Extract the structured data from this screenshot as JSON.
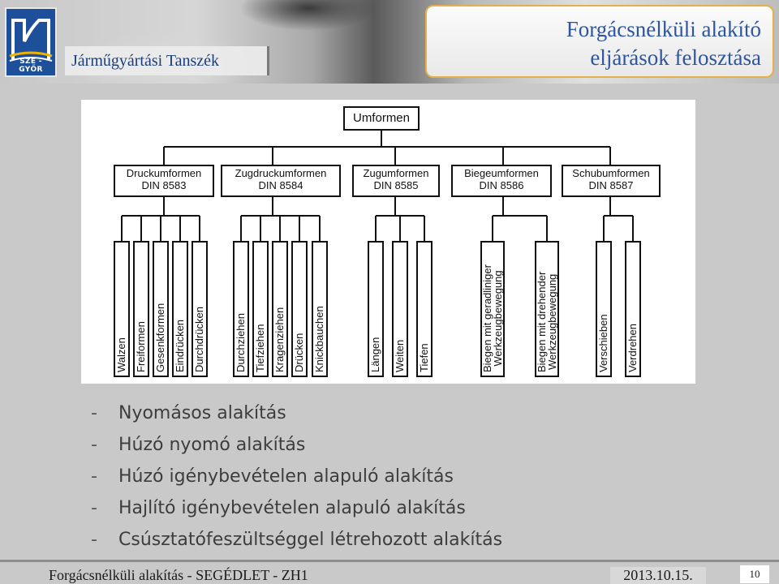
{
  "header": {
    "logo_text": "SZE - GYŐR",
    "department": "Járműgyártási Tanszék",
    "title_line1": "Forgácsnélküli alakító",
    "title_line2": "eljárások felosztása"
  },
  "diagram": {
    "root": "Umformen",
    "groups": [
      {
        "name": "Druckumformen",
        "din": "DIN 8583",
        "items": [
          "Walzen",
          "Freiformen",
          "Gesenkformen",
          "Eindrücken",
          "Durchdrücken"
        ]
      },
      {
        "name": "Zugdruckumformen",
        "din": "DIN 8584",
        "items": [
          "Durchziehen",
          "Tiefziehen",
          "Kragenziehen",
          "Drücken",
          "Knickbauchen"
        ]
      },
      {
        "name": "Zugumformen",
        "din": "DIN 8585",
        "items": [
          "Längen",
          "Weiten",
          "Tiefen"
        ]
      },
      {
        "name": "Biegeumformen",
        "din": "DIN 8586",
        "items": [
          [
            "Biegen mit geradliniger",
            "Werkzeugbewegung"
          ],
          [
            "Biegen mit drehender",
            "Werkzeugbewegung"
          ]
        ]
      },
      {
        "name": "Schubumformen",
        "din": "DIN 8587",
        "items": [
          "Verschieben",
          "Verdrehen"
        ]
      }
    ]
  },
  "bullets": [
    {
      "dash": "-",
      "text": "Nyomásos alakítás"
    },
    {
      "dash": "-",
      "text": "Húzó nyomó alakítás"
    },
    {
      "dash": "-",
      "text": "Húzó igénybevételen alapuló alakítás"
    },
    {
      "dash": "-",
      "text": "Hajlító igénybevételen alapuló alakítás"
    },
    {
      "dash": "-",
      "text": "Csúsztatófeszültséggel létrehozott alakítás"
    }
  ],
  "footer": {
    "left": "Forgácsnélküli alakítás - SEGÉDLET - ZH1",
    "date": "2013.10.15.",
    "page": "10"
  },
  "colors": {
    "title_blue": "#2d55a0",
    "dept_blue": "#1c3f7a",
    "logo_blue": "#1d4f9a",
    "title_border": "#e5b04a"
  }
}
